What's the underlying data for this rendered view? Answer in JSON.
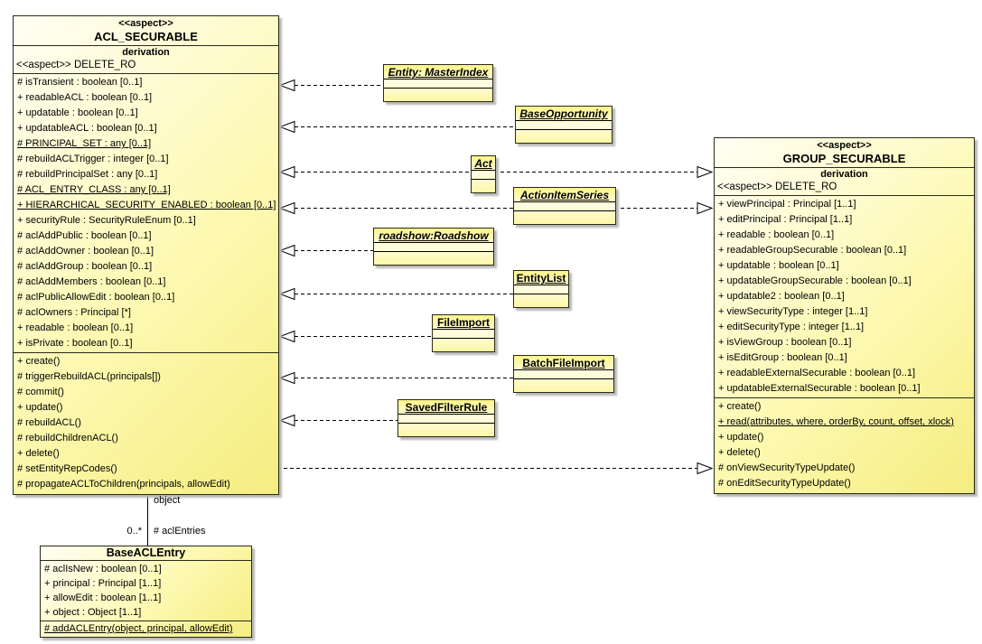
{
  "classes": {
    "acl": {
      "stereotype": "<<aspect>>",
      "name": "ACL_SECURABLE",
      "derivation": "derivation",
      "secondary_stereotype": "<<aspect>> DELETE_RO",
      "attributes": [
        {
          "t": "# isTransient : boolean [0..1]"
        },
        {
          "t": "+ readableACL : boolean [0..1]"
        },
        {
          "t": "+ updatable : boolean [0..1]"
        },
        {
          "t": "+ updatableACL : boolean [0..1]"
        },
        {
          "t": "# PRINCIPAL_SET : any [0..1]",
          "u": true
        },
        {
          "t": "# rebuildACLTrigger : integer [0..1]"
        },
        {
          "t": "# rebuildPrincipalSet : any [0..1]"
        },
        {
          "t": "# ACL_ENTRY_CLASS : any [0..1]",
          "u": true
        },
        {
          "t": "+ HIERARCHICAL_SECURITY_ENABLED : boolean [0..1]",
          "u": true
        },
        {
          "t": "+ securityRule : SecurityRuleEnum [0..1]"
        },
        {
          "t": "# aclAddPublic : boolean [0..1]"
        },
        {
          "t": "# aclAddOwner : boolean [0..1]"
        },
        {
          "t": "# aclAddGroup : boolean [0..1]"
        },
        {
          "t": "# aclAddMembers : boolean [0..1]"
        },
        {
          "t": "# aclPublicAllowEdit : boolean [0..1]"
        },
        {
          "t": "# aclOwners : Principal [*]"
        },
        {
          "t": "+ readable : boolean [0..1]"
        },
        {
          "t": "+ isPrivate : boolean [0..1]"
        }
      ],
      "operations": [
        {
          "t": "+ create()"
        },
        {
          "t": "# triggerRebuildACL(principals[])"
        },
        {
          "t": "# commit()"
        },
        {
          "t": "+ update()"
        },
        {
          "t": "# rebuildACL()"
        },
        {
          "t": "# rebuildChildrenACL()"
        },
        {
          "t": "+ delete()"
        },
        {
          "t": "# setEntityRepCodes()"
        },
        {
          "t": "# propagateACLToChildren(principals, allowEdit)"
        }
      ]
    },
    "group": {
      "stereotype": "<<aspect>>",
      "name": "GROUP_SECURABLE",
      "derivation": "derivation",
      "secondary_stereotype": "<<aspect>> DELETE_RO",
      "attributes": [
        {
          "t": "+ viewPrincipal : Principal [1..1]"
        },
        {
          "t": "+ editPrincipal : Principal [1..1]"
        },
        {
          "t": "+ readable : boolean [0..1]"
        },
        {
          "t": "+ readableGroupSecurable : boolean [0..1]"
        },
        {
          "t": "+ updatable : boolean [0..1]"
        },
        {
          "t": "+ updatableGroupSecurable : boolean [0..1]"
        },
        {
          "t": "+ updatable2 : boolean [0..1]"
        },
        {
          "t": "+ viewSecurityType : integer [1..1]"
        },
        {
          "t": "+ editSecurityType : integer [1..1]"
        },
        {
          "t": "+ isViewGroup : boolean [0..1]"
        },
        {
          "t": "+ isEditGroup : boolean [0..1]"
        },
        {
          "t": "+ readableExternalSecurable : boolean [0..1]"
        },
        {
          "t": "+ updatableExternalSecurable : boolean [0..1]"
        }
      ],
      "operations": [
        {
          "t": "+ create()"
        },
        {
          "t": "+ read(attributes, where, orderBy, count, offset, xlock)",
          "u": true
        },
        {
          "t": "+ update()"
        },
        {
          "t": "+ delete()"
        },
        {
          "t": "# onViewSecurityTypeUpdate()"
        },
        {
          "t": "# onEditSecurityTypeUpdate()"
        }
      ]
    },
    "base_acl_entry": {
      "name": "BaseACLEntry",
      "attributes": [
        {
          "t": "# aclIsNew : boolean [0..1]"
        },
        {
          "t": "+ principal : Principal [1..1]"
        },
        {
          "t": "+ allowEdit : boolean [1..1]"
        },
        {
          "t": "+ object : Object [1..1]"
        }
      ],
      "operations": [
        {
          "t": "# addACLEntry(object, principal, allowEdit)",
          "u": true
        }
      ]
    }
  },
  "interfaces": [
    {
      "name": "Entity: MasterIndex",
      "abstract": true
    },
    {
      "name": "BaseOpportunity",
      "abstract": true
    },
    {
      "name": "Act",
      "abstract": true
    },
    {
      "name": "ActionItemSeries",
      "abstract": true
    },
    {
      "name": "roadshow:Roadshow",
      "abstract": true
    },
    {
      "name": "EntityList",
      "abstract": false
    },
    {
      "name": "FileImport",
      "abstract": false
    },
    {
      "name": "BatchFileImport",
      "abstract": false
    },
    {
      "name": "SavedFilterRule",
      "abstract": false
    }
  ],
  "relations": [
    {
      "from": "Entity: MasterIndex",
      "to": "ACL_SECURABLE",
      "type": "realization-dashed"
    },
    {
      "from": "BaseOpportunity",
      "to": "ACL_SECURABLE",
      "type": "realization-dashed"
    },
    {
      "from": "Act",
      "to": "ACL_SECURABLE",
      "type": "realization-dashed"
    },
    {
      "from": "Act",
      "to": "GROUP_SECURABLE",
      "type": "realization-dashed"
    },
    {
      "from": "ActionItemSeries",
      "to": "ACL_SECURABLE",
      "type": "realization-dashed"
    },
    {
      "from": "ActionItemSeries",
      "to": "GROUP_SECURABLE",
      "type": "realization-dashed"
    },
    {
      "from": "roadshow:Roadshow",
      "to": "ACL_SECURABLE",
      "type": "realization-dashed"
    },
    {
      "from": "EntityList",
      "to": "ACL_SECURABLE",
      "type": "realization-dashed"
    },
    {
      "from": "FileImport",
      "to": "ACL_SECURABLE",
      "type": "realization-dashed"
    },
    {
      "from": "BatchFileImport",
      "to": "ACL_SECURABLE",
      "type": "realization-dashed"
    },
    {
      "from": "SavedFilterRule",
      "to": "ACL_SECURABLE",
      "type": "realization-dashed"
    },
    {
      "from": "ACL_SECURABLE",
      "to": "GROUP_SECURABLE",
      "type": "realization-dashed"
    }
  ],
  "association": {
    "from": "ACL_SECURABLE",
    "to": "BaseACLEntry",
    "role_label": "object",
    "multiplicity": "0..*",
    "end_label": "# aclEntries"
  },
  "colors": {
    "class_fill_light": "#fffef4",
    "class_fill_yellow": "#f5ed80",
    "border": "#2a2a18",
    "shadow": "#b7b7b7",
    "background": "#ffffff"
  }
}
